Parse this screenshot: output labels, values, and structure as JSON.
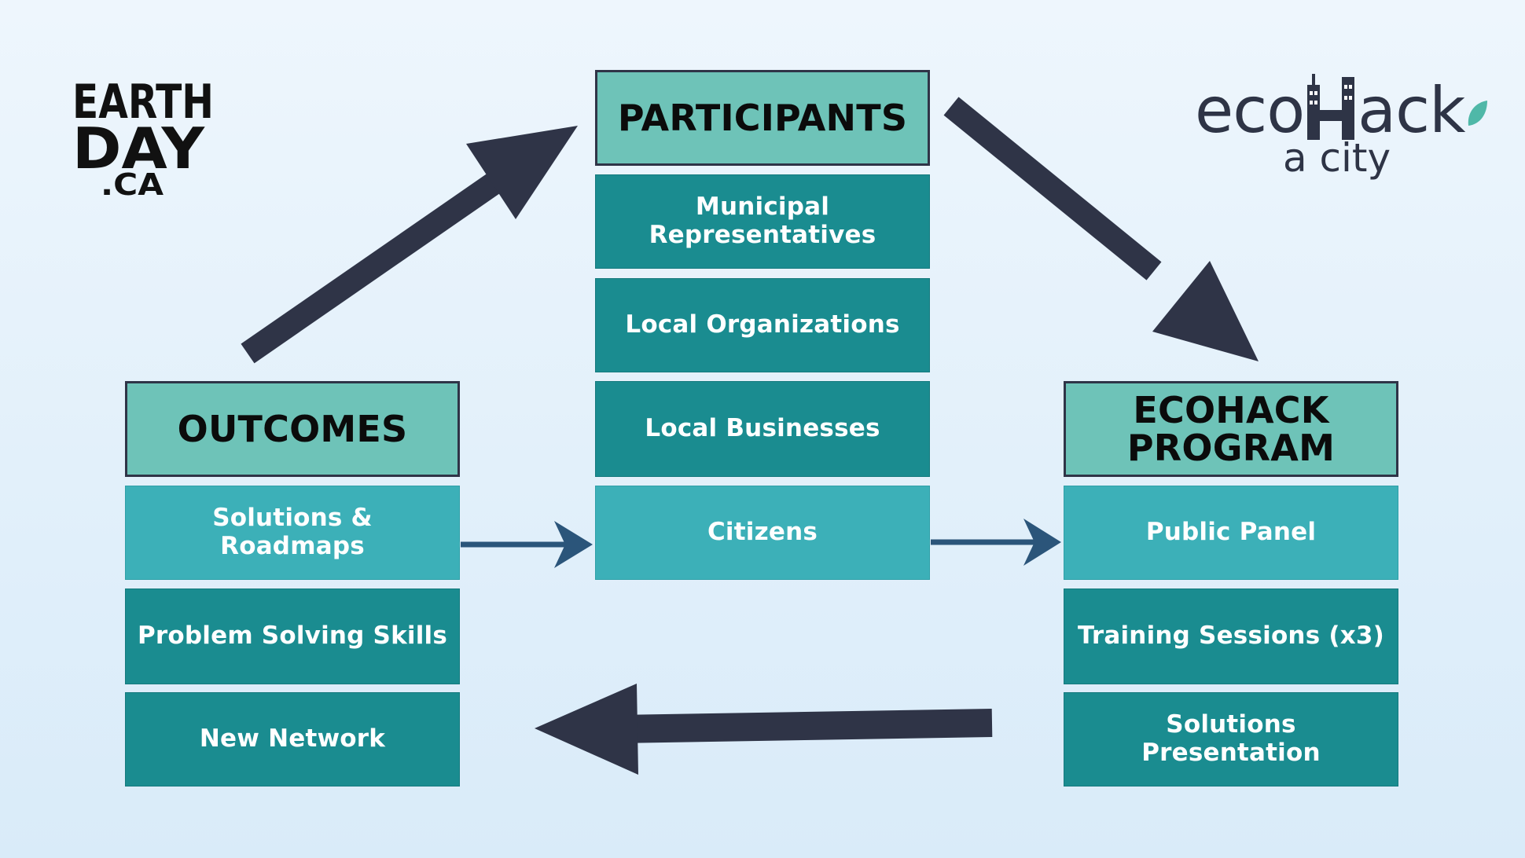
{
  "logos": {
    "earthday": {
      "line1": "EARTH",
      "line2": "DAY",
      "line3": ".CA"
    },
    "ecohack": {
      "word_pre": "eco",
      "word_post": "ack",
      "tagline": "a city"
    }
  },
  "columns": {
    "participants": {
      "header": "PARTICIPANTS",
      "items": [
        "Municipal Representatives",
        "Local Organizations",
        "Local Businesses",
        "Citizens"
      ]
    },
    "outcomes": {
      "header": "OUTCOMES",
      "items": [
        "Solutions & Roadmaps",
        "Problem Solving Skills",
        "New Network"
      ]
    },
    "program": {
      "header": "ECOHACK PROGRAM",
      "items": [
        "Public Panel",
        "Training Sessions (x3)",
        "Solutions Presentation"
      ]
    }
  },
  "colors": {
    "header_fill": "#6ec3b8",
    "header_border": "#2f3447",
    "dark_box": "#1a8c90",
    "light_box": "#3cb0b8",
    "big_arrow": "#2f3447",
    "thin_arrow": "#2b557a"
  }
}
